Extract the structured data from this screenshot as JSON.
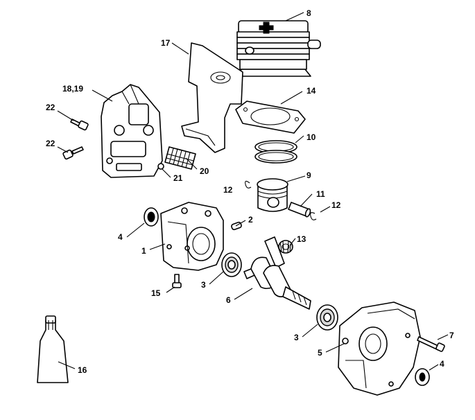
{
  "diagram": {
    "callouts": {
      "c8": "8",
      "c17": "17",
      "c1819": "18,19",
      "c14": "14",
      "c22a": "22",
      "c22b": "22",
      "c10": "10",
      "c20": "20",
      "c21": "21",
      "c9": "9",
      "c12a": "12",
      "c11": "11",
      "c12b": "12",
      "c2": "2",
      "c4a": "4",
      "c13": "13",
      "c1": "1",
      "c3a": "3",
      "c15": "15",
      "c6": "6",
      "c3b": "3",
      "c7": "7",
      "c5": "5",
      "c4b": "4",
      "c16": "16"
    }
  }
}
